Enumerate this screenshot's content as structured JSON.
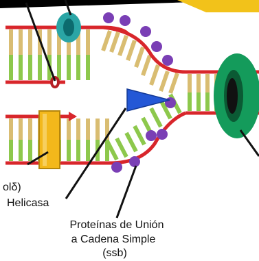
{
  "labels": {
    "pol_fragment": "olδ)",
    "helicase": "Helicasa",
    "ssb_line1": "Proteínas de Unión",
    "ssb_line2": "a Cadena Simple",
    "ssb_line3": "(ssb)"
  },
  "colors": {
    "background": "#ffffff",
    "frame": "#000000",
    "backbone": "#d8262b",
    "base_tan": "#d9bd72",
    "base_green": "#8dc84c",
    "ssb_protein": "#7a3fb5",
    "helicase_wedge": "#2458d6",
    "polymerase_box": "#f3b81b",
    "clamp_ring": "#149b5b",
    "cyan_ring": "#2aa5a5",
    "accent_yellow": "#f2c21a",
    "pointer": "#111111"
  }
}
